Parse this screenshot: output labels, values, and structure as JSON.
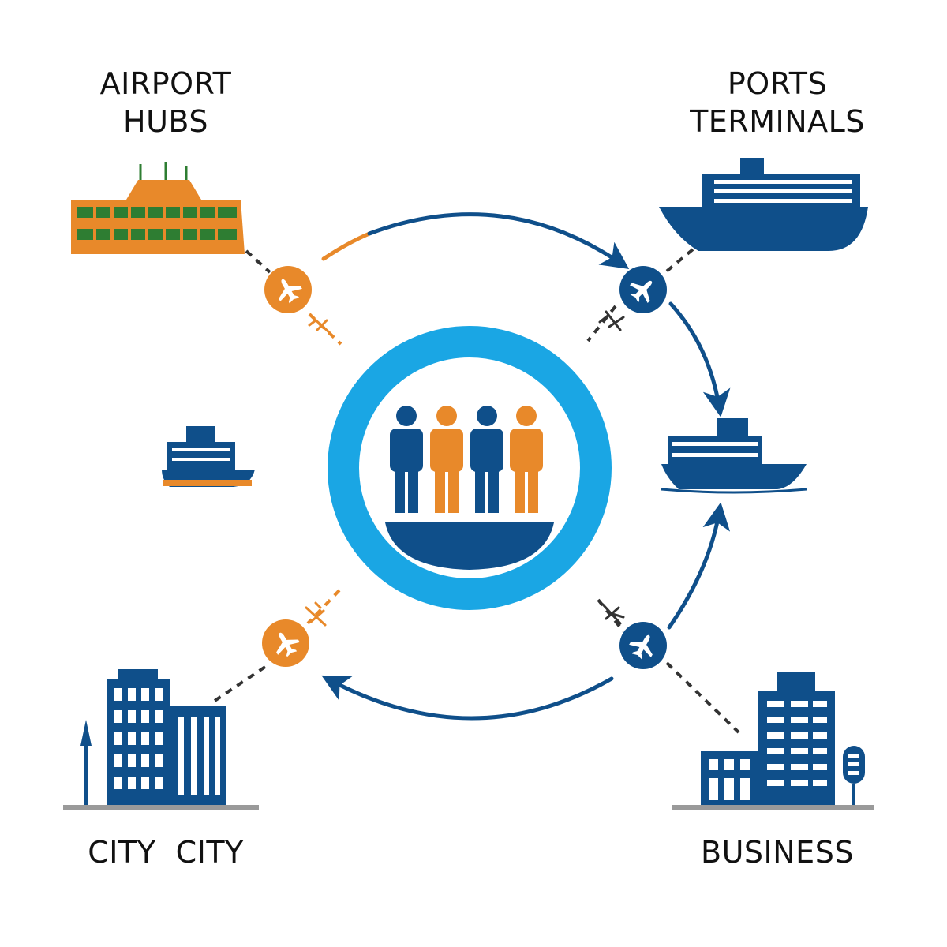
{
  "labels": {
    "airport_line1": "AIRPORT",
    "airport_line2": "HUBS",
    "ports_line1": "PORTS",
    "ports_line2": "TERMINALS",
    "city": "CITY  CITY",
    "business": "BUSINESS"
  },
  "colors": {
    "navy": "#0f4f8a",
    "orange": "#e8892a",
    "sky_blue": "#1aa6e4",
    "green": "#2e7d32",
    "gray": "#9a9a9a"
  },
  "icons": [
    "airport-terminal-icon",
    "cargo-ship-icon",
    "ferry-icon",
    "container-ship-icon",
    "people-group-icon",
    "airplane-icon",
    "city-buildings-icon",
    "business-buildings-icon"
  ]
}
